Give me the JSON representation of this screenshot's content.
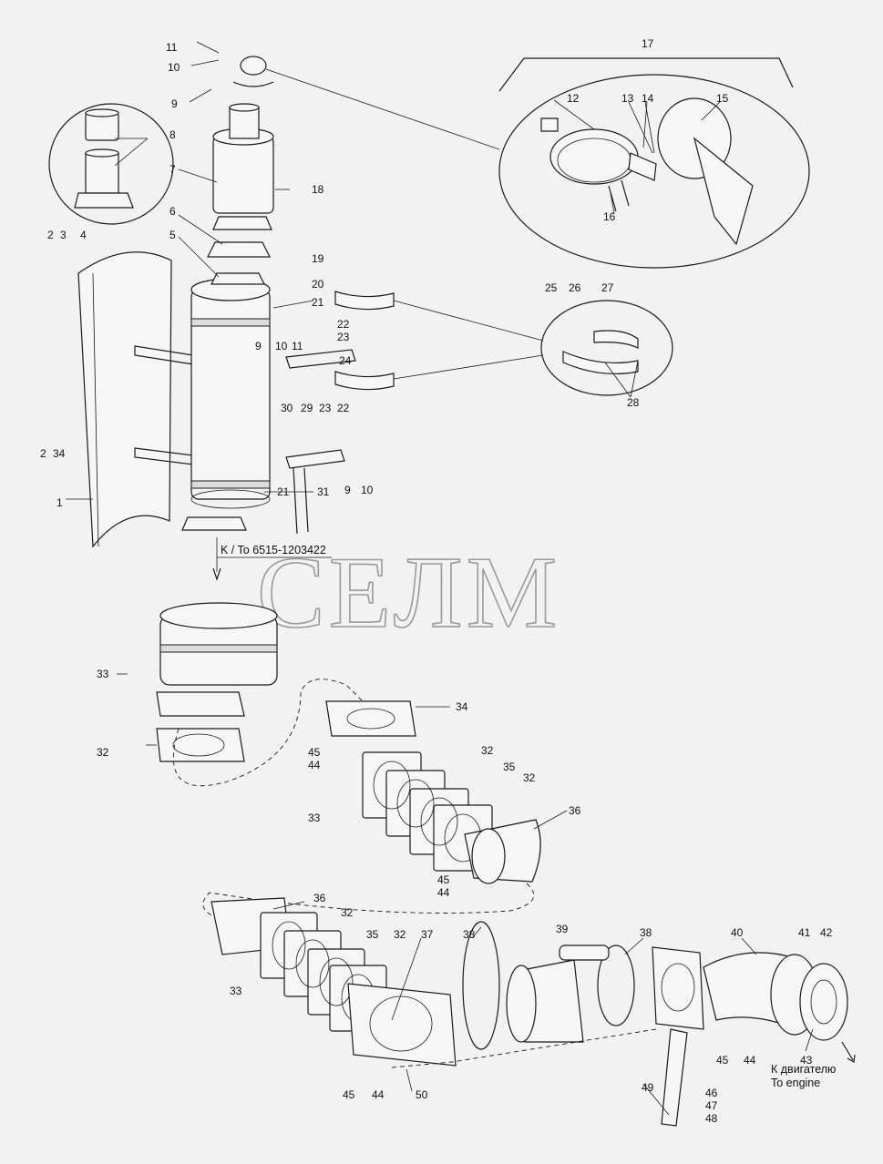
{
  "watermark": "СЕЛМ",
  "notes": {
    "ref_to": "K / To 6515-1203422",
    "to_engine_ru": "К двигателю",
    "to_engine_en": "To engine"
  },
  "callouts": [
    {
      "id": "1",
      "text": "1"
    },
    {
      "id": "2a",
      "text": "2"
    },
    {
      "id": "3a",
      "text": "3"
    },
    {
      "id": "4a",
      "text": "4"
    },
    {
      "id": "2b",
      "text": "2"
    },
    {
      "id": "34b",
      "text": "34"
    },
    {
      "id": "5",
      "text": "5"
    },
    {
      "id": "6",
      "text": "6"
    },
    {
      "id": "7",
      "text": "7"
    },
    {
      "id": "8",
      "text": "8"
    },
    {
      "id": "9a",
      "text": "9"
    },
    {
      "id": "9b",
      "text": "9"
    },
    {
      "id": "9c",
      "text": "9"
    },
    {
      "id": "10a",
      "text": "10"
    },
    {
      "id": "10b",
      "text": "10"
    },
    {
      "id": "10c",
      "text": "10"
    },
    {
      "id": "11a",
      "text": "11"
    },
    {
      "id": "11b",
      "text": "11"
    },
    {
      "id": "12",
      "text": "12"
    },
    {
      "id": "13",
      "text": "13"
    },
    {
      "id": "14",
      "text": "14"
    },
    {
      "id": "15",
      "text": "15"
    },
    {
      "id": "16",
      "text": "16"
    },
    {
      "id": "17",
      "text": "17"
    },
    {
      "id": "18",
      "text": "18"
    },
    {
      "id": "19",
      "text": "19"
    },
    {
      "id": "20",
      "text": "20"
    },
    {
      "id": "21a",
      "text": "21"
    },
    {
      "id": "21b",
      "text": "21"
    },
    {
      "id": "22a",
      "text": "22"
    },
    {
      "id": "22b",
      "text": "22"
    },
    {
      "id": "23a",
      "text": "23"
    },
    {
      "id": "23b",
      "text": "23"
    },
    {
      "id": "24",
      "text": "24"
    },
    {
      "id": "25",
      "text": "25"
    },
    {
      "id": "26",
      "text": "26"
    },
    {
      "id": "27",
      "text": "27"
    },
    {
      "id": "28",
      "text": "28"
    },
    {
      "id": "29",
      "text": "29"
    },
    {
      "id": "30",
      "text": "30"
    },
    {
      "id": "31",
      "text": "31"
    },
    {
      "id": "32a",
      "text": "32"
    },
    {
      "id": "32b",
      "text": "32"
    },
    {
      "id": "32c",
      "text": "32"
    },
    {
      "id": "32d",
      "text": "32"
    },
    {
      "id": "32e",
      "text": "32"
    },
    {
      "id": "33a",
      "text": "33"
    },
    {
      "id": "33b",
      "text": "33"
    },
    {
      "id": "33c",
      "text": "33"
    },
    {
      "id": "34",
      "text": "34"
    },
    {
      "id": "35a",
      "text": "35"
    },
    {
      "id": "35b",
      "text": "35"
    },
    {
      "id": "36a",
      "text": "36"
    },
    {
      "id": "36b",
      "text": "36"
    },
    {
      "id": "37",
      "text": "37"
    },
    {
      "id": "38a",
      "text": "38"
    },
    {
      "id": "38b",
      "text": "38"
    },
    {
      "id": "39",
      "text": "39"
    },
    {
      "id": "40",
      "text": "40"
    },
    {
      "id": "41",
      "text": "41"
    },
    {
      "id": "42",
      "text": "42"
    },
    {
      "id": "43",
      "text": "43"
    },
    {
      "id": "44a",
      "text": "44"
    },
    {
      "id": "44b",
      "text": "44"
    },
    {
      "id": "44c",
      "text": "44"
    },
    {
      "id": "44d",
      "text": "44"
    },
    {
      "id": "45a",
      "text": "45"
    },
    {
      "id": "45b",
      "text": "45"
    },
    {
      "id": "45c",
      "text": "45"
    },
    {
      "id": "45d",
      "text": "45"
    },
    {
      "id": "46",
      "text": "46"
    },
    {
      "id": "47",
      "text": "47"
    },
    {
      "id": "48",
      "text": "48"
    },
    {
      "id": "49",
      "text": "49"
    },
    {
      "id": "50",
      "text": "50"
    }
  ]
}
